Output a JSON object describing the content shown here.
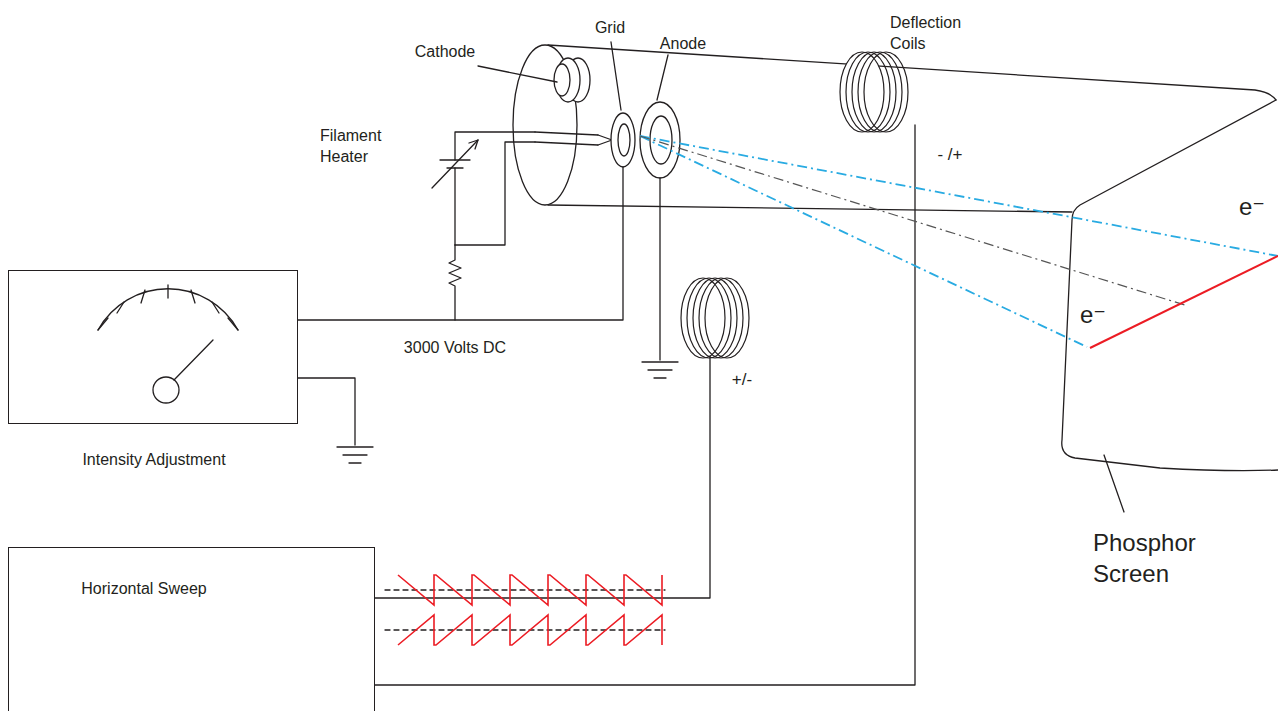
{
  "diagram": {
    "nodes": [
      {
        "text": [
          "Intensity Adjustment"
        ]
      },
      {
        "text": [
          "Horizontal Sweep"
        ]
      }
    ],
    "labels": [
      "Cathode",
      "Grid",
      "Anode",
      "Deflection Coils",
      "Filament Heater",
      "- /+",
      "+/-",
      "e⁻",
      "e⁻",
      "3000 Volts DC",
      "Phosphor Screen"
    ]
  }
}
